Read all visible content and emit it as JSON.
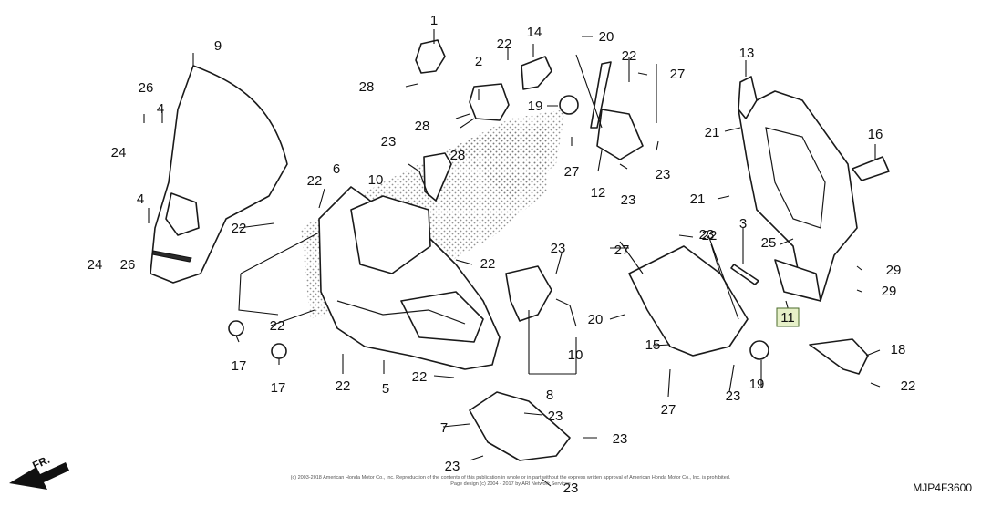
{
  "diagram": {
    "drawing_code": "MJP4F3600",
    "direction_label": "FR.",
    "copyright_line_1": "(c) 2003-2018 American Honda Motor Co., Inc. Reproduction of the contents of this publication in whole or in part without the express written approval of American Honda Motor Co., Inc. is prohibited.",
    "copyright_line_2": "Page design (c) 2004 - 2017 by ARI Network Services",
    "callouts": [
      {
        "id": "c1",
        "label": "1"
      },
      {
        "id": "c2",
        "label": "2"
      },
      {
        "id": "c4a",
        "label": "4"
      },
      {
        "id": "c4b",
        "label": "4"
      },
      {
        "id": "c5",
        "label": "5"
      },
      {
        "id": "c6",
        "label": "6"
      },
      {
        "id": "c7",
        "label": "7"
      },
      {
        "id": "c8",
        "label": "8"
      },
      {
        "id": "c9",
        "label": "9"
      },
      {
        "id": "c10a",
        "label": "10"
      },
      {
        "id": "c10b",
        "label": "10"
      },
      {
        "id": "c11",
        "label": "11"
      },
      {
        "id": "c12",
        "label": "12"
      },
      {
        "id": "c13",
        "label": "13"
      },
      {
        "id": "c14",
        "label": "14"
      },
      {
        "id": "c15",
        "label": "15"
      },
      {
        "id": "c16",
        "label": "16"
      },
      {
        "id": "c17a",
        "label": "17"
      },
      {
        "id": "c17b",
        "label": "17"
      },
      {
        "id": "c18",
        "label": "18"
      },
      {
        "id": "c19a",
        "label": "19"
      },
      {
        "id": "c19b",
        "label": "19"
      },
      {
        "id": "c20a",
        "label": "20"
      },
      {
        "id": "c20b",
        "label": "20"
      },
      {
        "id": "c21a",
        "label": "21"
      },
      {
        "id": "c21b",
        "label": "21"
      },
      {
        "id": "c22a",
        "label": "22"
      },
      {
        "id": "c22b",
        "label": "22"
      },
      {
        "id": "c22c",
        "label": "22"
      },
      {
        "id": "c22d",
        "label": "22"
      },
      {
        "id": "c22e",
        "label": "22"
      },
      {
        "id": "c22f",
        "label": "22"
      },
      {
        "id": "c22g",
        "label": "22"
      },
      {
        "id": "c22h",
        "label": "22"
      },
      {
        "id": "c22i",
        "label": "22"
      },
      {
        "id": "c22j",
        "label": "22"
      },
      {
        "id": "c22k",
        "label": "22"
      },
      {
        "id": "c23a",
        "label": "23"
      },
      {
        "id": "c23b",
        "label": "23"
      },
      {
        "id": "c23c",
        "label": "23"
      },
      {
        "id": "c23d",
        "label": "23"
      },
      {
        "id": "c23e",
        "label": "23"
      },
      {
        "id": "c23f",
        "label": "23"
      },
      {
        "id": "c23g",
        "label": "23"
      },
      {
        "id": "c23h",
        "label": "23"
      },
      {
        "id": "c23i",
        "label": "23"
      },
      {
        "id": "c23j",
        "label": "23"
      },
      {
        "id": "c24a",
        "label": "24"
      },
      {
        "id": "c24b",
        "label": "24"
      },
      {
        "id": "c25",
        "label": "25"
      },
      {
        "id": "c26a",
        "label": "26"
      },
      {
        "id": "c26b",
        "label": "26"
      },
      {
        "id": "c27a",
        "label": "27"
      },
      {
        "id": "c27b",
        "label": "27"
      },
      {
        "id": "c27c",
        "label": "27"
      },
      {
        "id": "c27d",
        "label": "27"
      },
      {
        "id": "c28a",
        "label": "28"
      },
      {
        "id": "c28b",
        "label": "28"
      },
      {
        "id": "c28c",
        "label": "28"
      },
      {
        "id": "c29a",
        "label": "29"
      },
      {
        "id": "c29b",
        "label": "29"
      },
      {
        "id": "c3",
        "label": "3"
      }
    ]
  }
}
